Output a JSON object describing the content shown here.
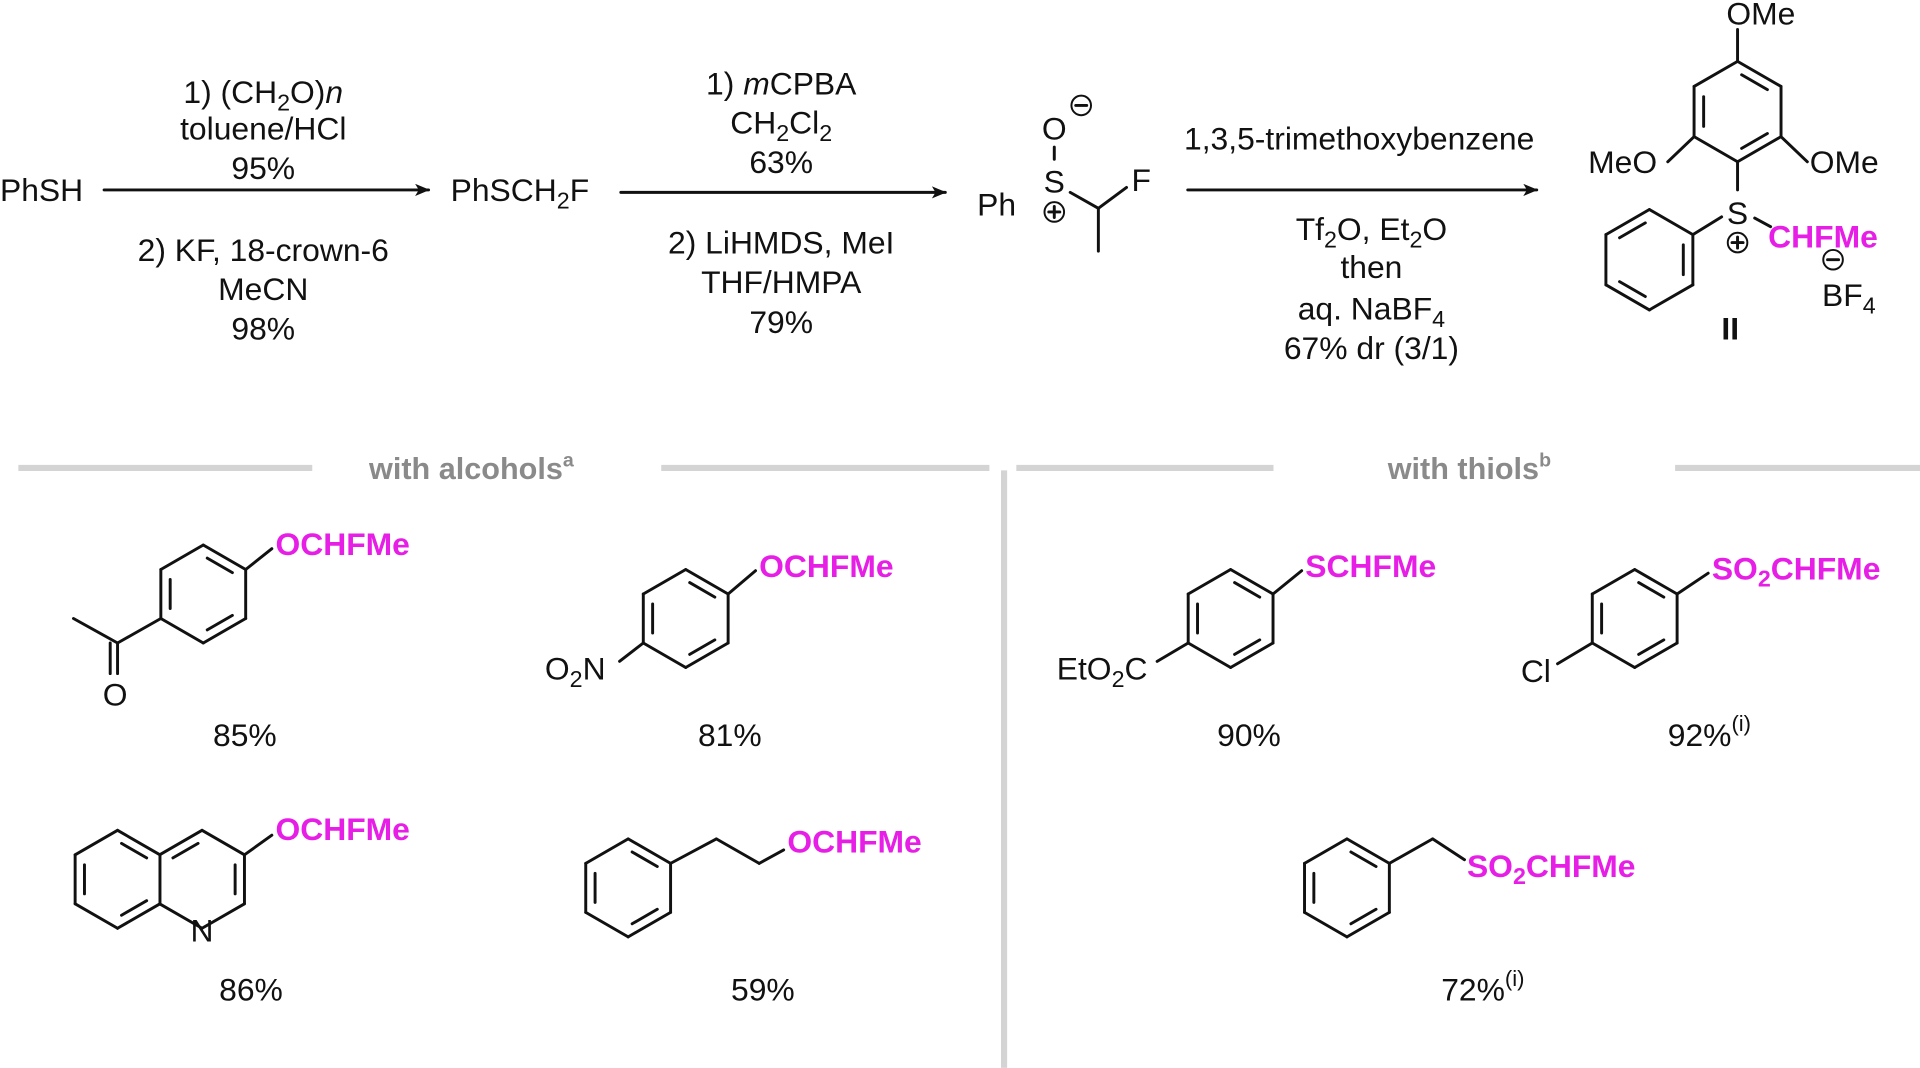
{
  "colors": {
    "highlight": "#e61ee6",
    "section_header": "#8a8a8a",
    "divider": "#d4d4d4"
  },
  "synthesis": {
    "start": "PhSH",
    "step1": {
      "above": [
        "1) (CH",
        "2",
        "O)",
        "n"
      ],
      "above2": "toluene/HCl",
      "above3": "95%",
      "below1": "2) KF,  18-crown-6",
      "below2": "MeCN",
      "below3": "98%"
    },
    "intermediate1": [
      "PhSCH",
      "2",
      "F"
    ],
    "step2": {
      "above1": [
        "1) ",
        "m",
        "CPBA"
      ],
      "above2": [
        "CH",
        "2",
        "Cl",
        "2"
      ],
      "above3": "63%",
      "below1": "2) LiHMDS, MeI",
      "below2": "THF/HMPA",
      "below3": "79%"
    },
    "sulfoxide": {
      "ph": "Ph",
      "s": "S",
      "o": "O",
      "f": "F"
    },
    "step3": {
      "above": "1,3,5-trimethoxybenzene",
      "below1": [
        "Tf",
        "2",
        "O, Et",
        "2",
        "O"
      ],
      "below2": "then",
      "below3": [
        "aq. NaBF",
        "4"
      ],
      "below4": "67% dr (3/1)"
    },
    "product": {
      "ome_top": "OMe",
      "meo_left": "MeO",
      "ome_right": "OMe",
      "s": "S",
      "group": "CHFMe",
      "counterion": [
        "BF",
        "4"
      ],
      "label": "II"
    }
  },
  "sections": {
    "alcohols": {
      "title": "with alcohols",
      "sup": "a"
    },
    "thiols": {
      "title": "with thiols",
      "sup": "b"
    }
  },
  "alcohol_products": [
    {
      "group": "OCHFMe",
      "substituent": "O",
      "yield": "85%"
    },
    {
      "group": "OCHFMe",
      "substituent": [
        "O",
        "2",
        "N"
      ],
      "yield": "81%"
    },
    {
      "group": "OCHFMe",
      "substituent": "N",
      "yield": "86%"
    },
    {
      "group": "OCHFMe",
      "yield": "59%"
    }
  ],
  "thiol_products": [
    {
      "group": "SCHFMe",
      "substituent": [
        "EtO",
        "2",
        "C"
      ],
      "yield": "90%"
    },
    {
      "group": [
        "SO",
        "2",
        "CHFMe"
      ],
      "substituent": "Cl",
      "yield": "92%",
      "note": "(i)"
    },
    {
      "group": [
        "SO",
        "2",
        "CHFMe"
      ],
      "yield": "72%",
      "note": "(i)"
    }
  ]
}
